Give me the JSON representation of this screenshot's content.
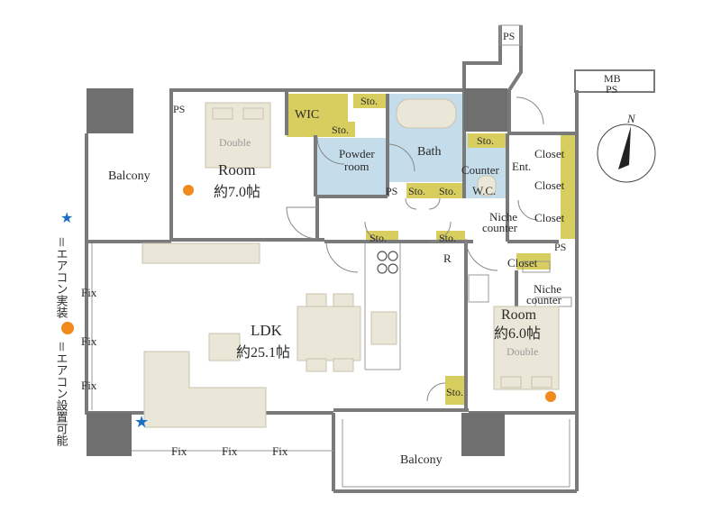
{
  "rooms": {
    "room1": {
      "name": "Room",
      "size": "約7.0帖",
      "bed": "Double"
    },
    "room2": {
      "name": "Room",
      "size": "約6.0帖",
      "bed": "Double"
    },
    "ldk": {
      "name": "LDK",
      "size": "約25.1帖"
    },
    "bath": "Bath",
    "powder": "Powder room",
    "wic": "WIC",
    "wc": "W.C.",
    "entrance": "Ent."
  },
  "labels": {
    "balcony_left": "Balcony",
    "balcony_bottom": "Balcony",
    "ps": "PS",
    "mb": "MB",
    "sto": "Sto.",
    "closet": "Closet",
    "counter": "Counter",
    "niche_counter_1": "Niche",
    "niche_counter_2": "counter",
    "refrigerator": "R",
    "fix": "Fix",
    "north": "N"
  },
  "legend": {
    "ac_installed": "＝エアコン実装",
    "ac_possible": "＝エアコン設置可能"
  },
  "colors": {
    "wall": "#7a7a7a",
    "wet_area": "#c5dcea",
    "storage": "#d8cd5f",
    "furniture": "#ebe7d8",
    "star": "#1a6fc1",
    "dot": "#f08a1c",
    "pillar": "#6f6f6f"
  }
}
